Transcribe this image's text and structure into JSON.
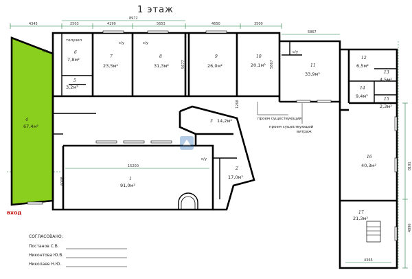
{
  "floor_title": "1 этаж",
  "dims": {
    "top_total": "8972",
    "top_left": "4345",
    "top_2503": "2503",
    "top_4199": "4199",
    "top_5653": "5653",
    "top_4650": "4650",
    "top_3500": "3500",
    "top_5867": "5867",
    "v_5677": "5677",
    "v_5867": "5867",
    "v_1268": "1268",
    "v_8191": "8191",
    "v_6008": "6008",
    "v_4896": "4896",
    "main_15200": "15200",
    "bottom_4365": "4365"
  },
  "rooms": [
    {
      "num": "1",
      "area": "91,0м²"
    },
    {
      "num": "2",
      "area": "17,0м²"
    },
    {
      "num": "3",
      "area": "14,2м²"
    },
    {
      "num": "4",
      "area": "67,4м²"
    },
    {
      "num": "5",
      "area": "3,2м²"
    },
    {
      "num": "6",
      "area": "7,8м²"
    },
    {
      "num": "7",
      "area": "23,5м²"
    },
    {
      "num": "8",
      "area": "31,3м²"
    },
    {
      "num": "9",
      "area": "26,0м²"
    },
    {
      "num": "10",
      "area": "20,1м²"
    },
    {
      "num": "11",
      "area": "33,9м²"
    },
    {
      "num": "12",
      "area": "6,5м²"
    },
    {
      "num": "13",
      "area": "4,5м²"
    },
    {
      "num": "14",
      "area": "9,4м²"
    },
    {
      "num": "15",
      "area": "2,3м²"
    },
    {
      "num": "16",
      "area": "40,3м²"
    },
    {
      "num": "17",
      "area": "21,3м²"
    }
  ],
  "labels": {
    "telnode": "телузел",
    "wc": "с/у",
    "opening_1": "проем существующий",
    "opening_2": "проем существующий",
    "opening_2b": "витраж",
    "entry": "ВХОД"
  },
  "approval": {
    "heading": "СОГЛАСОВАНО:",
    "signers": [
      "Постанов С.В.",
      "Никонтова Ю.В.",
      "Николаев Н.Ю."
    ]
  },
  "colors": {
    "highlight": "#8bcf1e",
    "wall": "#000000",
    "dimension": "#1b7a3a",
    "entry": "#c00000"
  }
}
